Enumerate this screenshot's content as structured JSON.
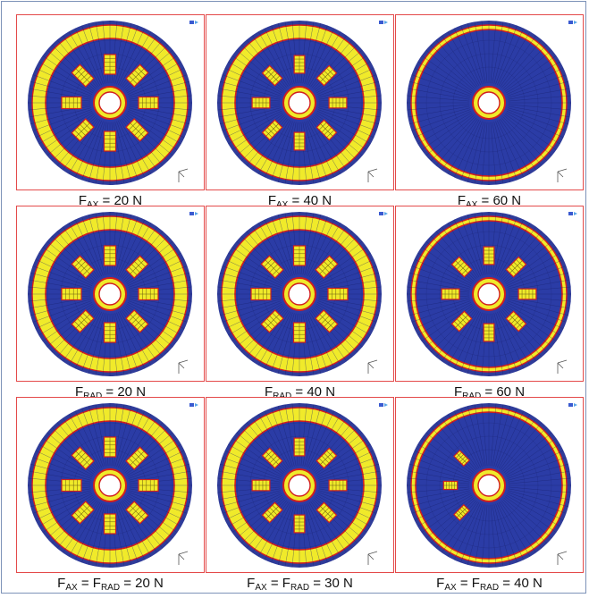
{
  "colors": {
    "panel_border": "#e44a4a",
    "outer_ring": "#2f3c9a",
    "contact_yellow": "#f0ea2a",
    "edge_red": "#d21e1e",
    "background_blue": "#2b3ca6",
    "mesh_line": "#17206a"
  },
  "panels": [
    {
      "caption": {
        "base1": "F",
        "sub1": "AX",
        "rest": " = 20 N"
      },
      "row": 0,
      "col": 0,
      "pads": true,
      "bigRing": true,
      "padScale": 1.0
    },
    {
      "caption": {
        "base1": "F",
        "sub1": "AX",
        "rest": " = 40 N"
      },
      "row": 0,
      "col": 1,
      "pads": true,
      "bigRing": true,
      "padScale": 0.9
    },
    {
      "caption": {
        "base1": "F",
        "sub1": "AX",
        "rest": " = 60 N"
      },
      "row": 0,
      "col": 2,
      "pads": false,
      "bigRing": false,
      "padScale": 0
    },
    {
      "caption": {
        "base1": "F",
        "sub1": "RAD",
        "rest": " = 20 N"
      },
      "row": 1,
      "col": 0,
      "pads": true,
      "bigRing": true,
      "padScale": 1.0
    },
    {
      "caption": {
        "base1": "F",
        "sub1": "RAD",
        "rest": " = 40 N"
      },
      "row": 1,
      "col": 1,
      "pads": true,
      "bigRing": true,
      "padScale": 1.0
    },
    {
      "caption": {
        "base1": "F",
        "sub1": "RAD",
        "rest": " = 60 N"
      },
      "row": 1,
      "col": 2,
      "pads": true,
      "bigRing": false,
      "padScale": 0.9
    },
    {
      "caption": {
        "base1": "F",
        "sub1": "AX",
        "mid": " = F",
        "sub2": "RAD",
        "rest": " = 20 N"
      },
      "row": 2,
      "col": 0,
      "pads": true,
      "bigRing": true,
      "padScale": 1.0
    },
    {
      "caption": {
        "base1": "F",
        "sub1": "AX",
        "mid": " = F",
        "sub2": "RAD",
        "rest": " = 30 N"
      },
      "row": 2,
      "col": 1,
      "pads": true,
      "bigRing": true,
      "padScale": 0.9
    },
    {
      "caption": {
        "base1": "F",
        "sub1": "AX",
        "mid": " = F",
        "sub2": "RAD",
        "rest": " = 40 N"
      },
      "row": 2,
      "col": 2,
      "pads": "partial",
      "bigRing": false,
      "padScale": 0.7
    }
  ]
}
